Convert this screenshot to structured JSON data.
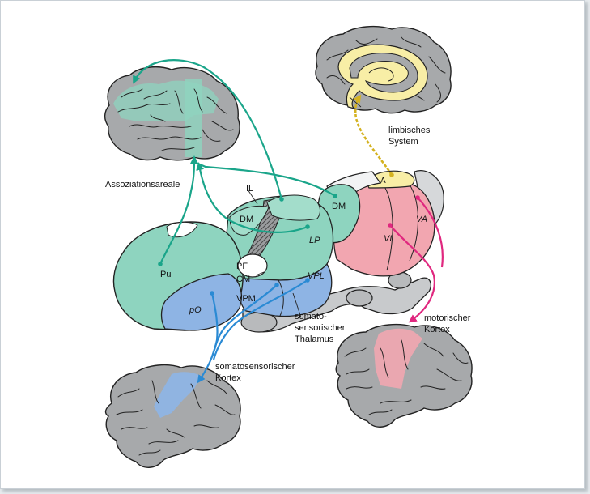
{
  "labels": {
    "association": "Assoziationsareale",
    "limbic_1": "limbisches",
    "limbic_2": "System",
    "motor_1": "motorischer",
    "motor_2": "Kortex",
    "somato_cortex_1": "somatosensorischer",
    "somato_cortex_2": "Kortex",
    "somato_thal_1": "somato-",
    "somato_thal_2": "sensorischer",
    "somato_thal_3": "Thalamus"
  },
  "nuclei": {
    "il": "IL",
    "dm_left": "DM",
    "dm_right": "DM",
    "a": "A",
    "lp": "LP",
    "vl": "VL",
    "va": "VA",
    "pu": "Pu",
    "pf": "PF",
    "cm": "CM",
    "vpm": "VPM",
    "vpl": "VPL",
    "po": "pO"
  },
  "colors": {
    "association_green": "#8ed4bf",
    "association_arrow": "#1aa58a",
    "limbic_yellow": "#f8eea6",
    "motor_pink": "#f2a6b0",
    "motor_arrow": "#e0287f",
    "somato_blue": "#8eb4e4",
    "somato_arrow": "#2a8ad4",
    "brain_gray": "#a7a9ab"
  }
}
